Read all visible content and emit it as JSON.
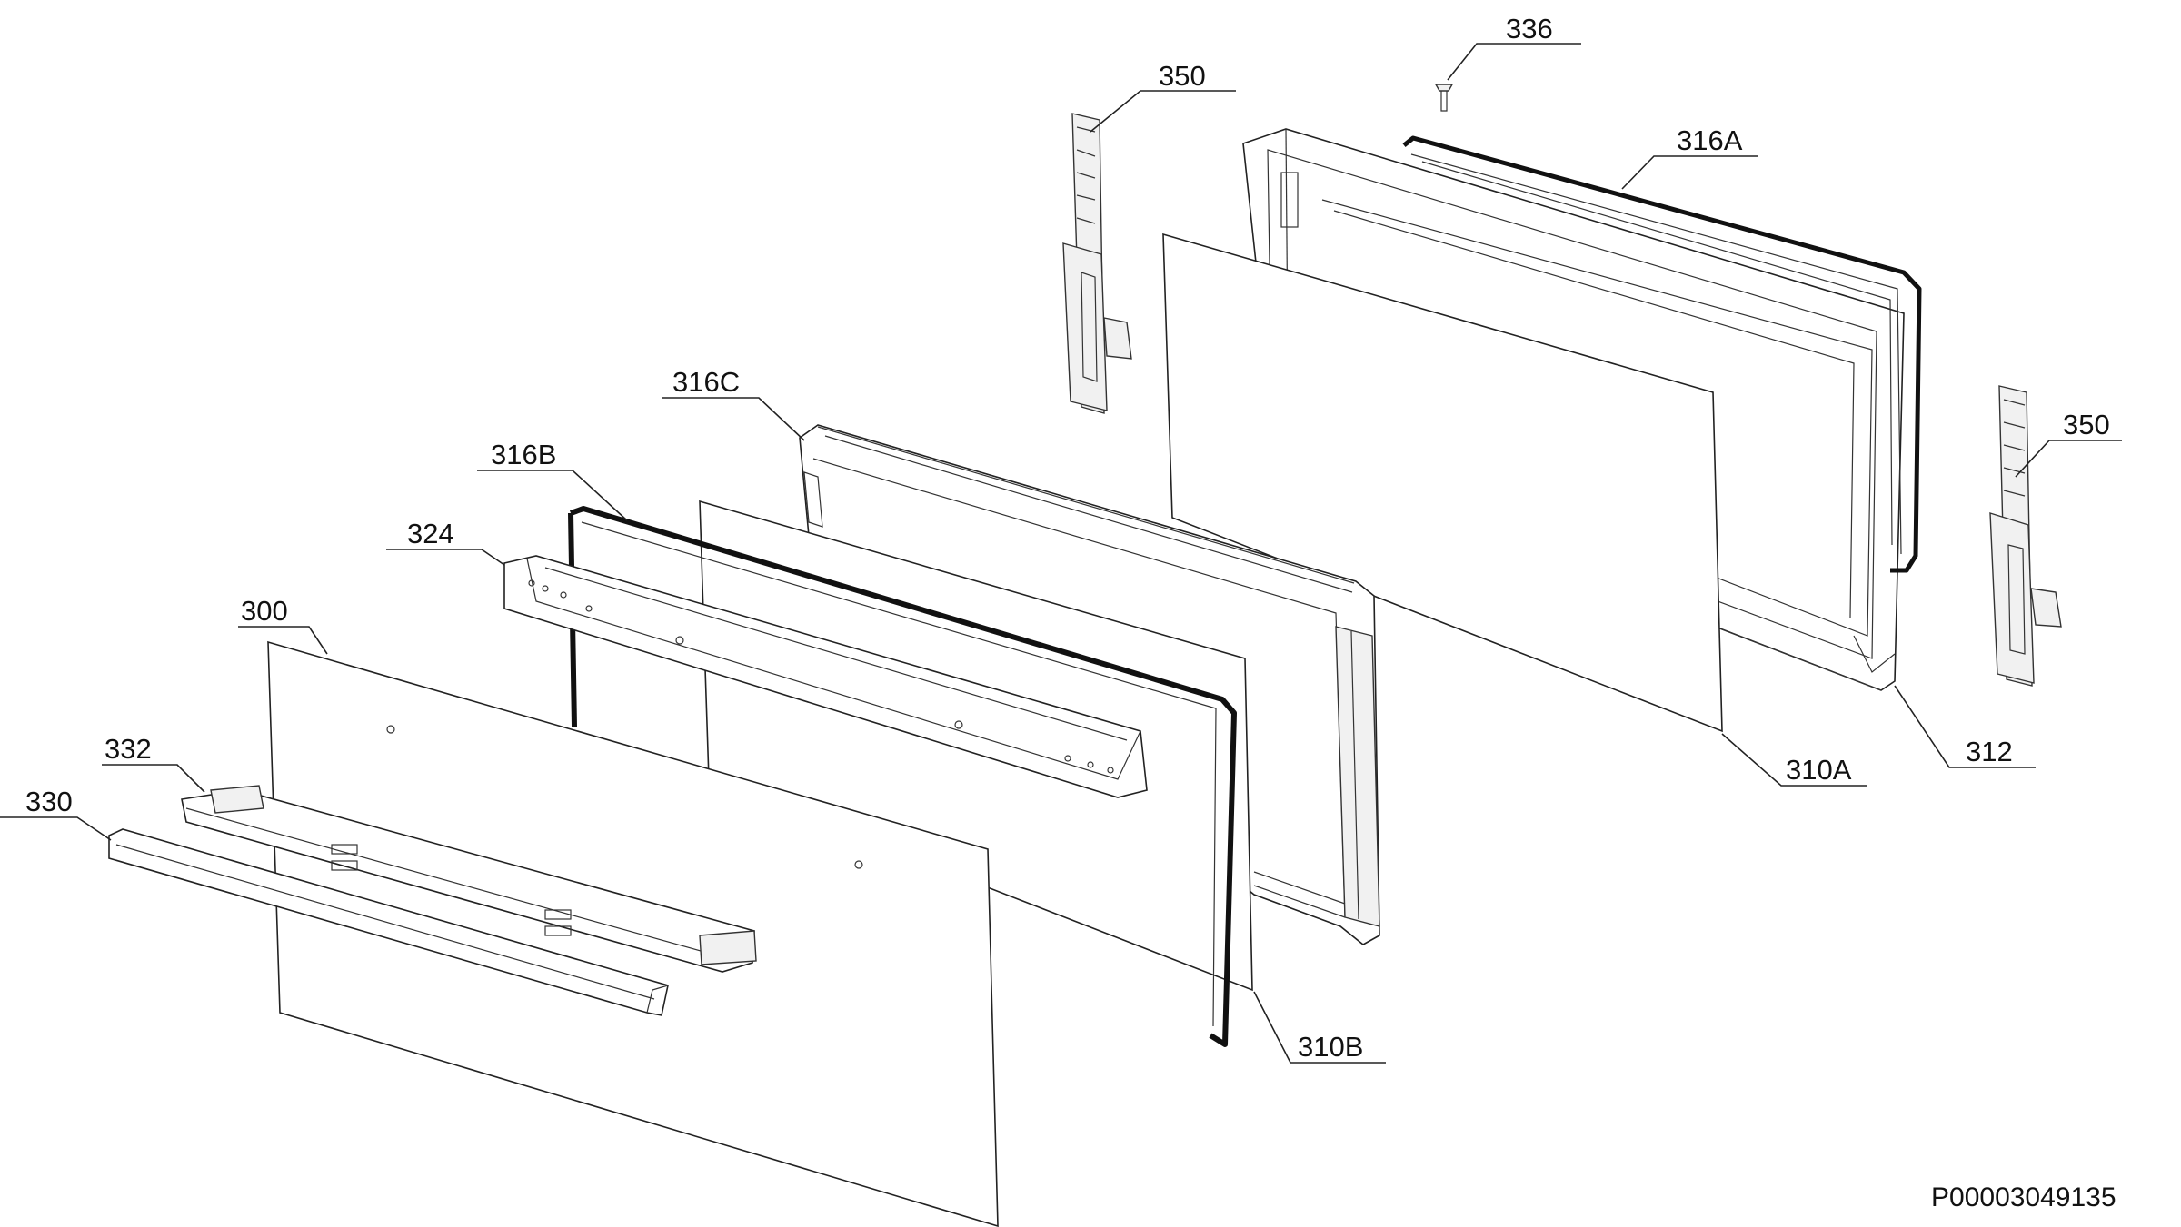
{
  "diagram": {
    "part_labels": {
      "p336": "336",
      "p350_left": "350",
      "p316A": "316A",
      "p316C": "316C",
      "p316B": "316B",
      "p324": "324",
      "p350_right": "350",
      "p300": "300",
      "p332": "332",
      "p330": "330",
      "p310A": "310A",
      "p312": "312",
      "p310B": "310B"
    },
    "document_code": "P00003049135"
  }
}
